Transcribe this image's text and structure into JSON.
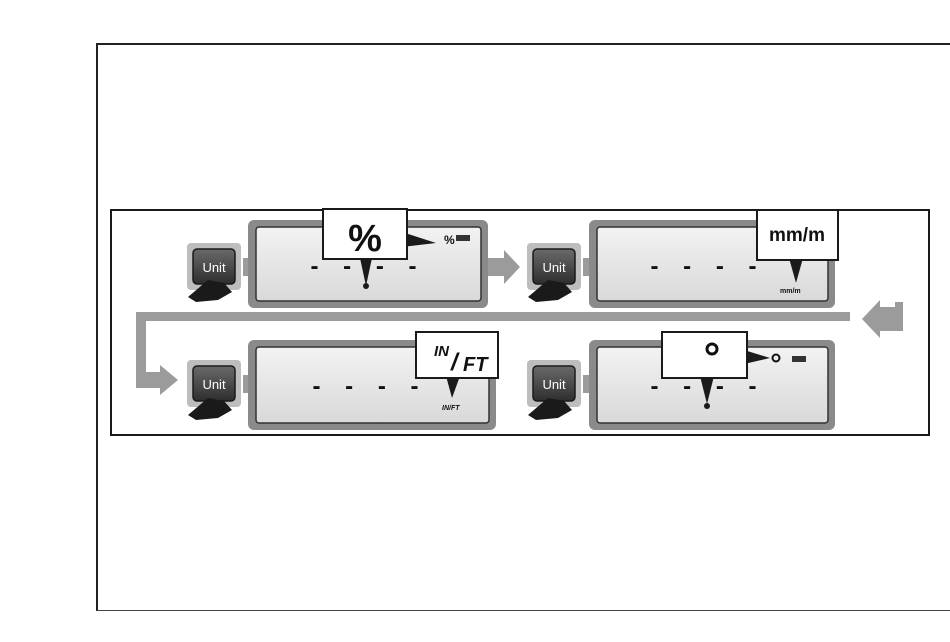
{
  "button_label": "Unit",
  "display_dashes": "- - - -",
  "steps": [
    {
      "unit_callout": "%",
      "unit_small": "%"
    },
    {
      "unit_callout": "mm/m",
      "unit_small": "mm/m"
    },
    {
      "unit_callout_top": "IN",
      "unit_callout_slash": "/",
      "unit_callout_bottom": "FT",
      "unit_small": "IN/FT"
    },
    {
      "unit_callout": "°",
      "unit_small": "°"
    }
  ]
}
